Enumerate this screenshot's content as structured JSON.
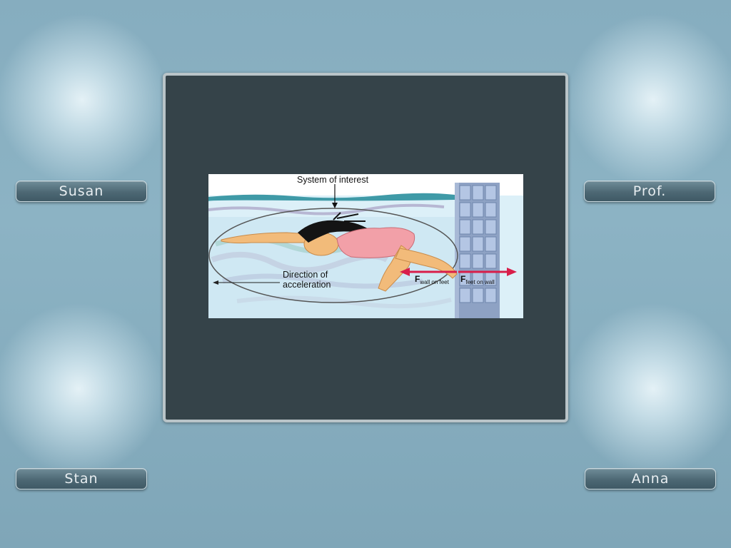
{
  "participants": {
    "top_left": "Susan",
    "top_right": "Prof.",
    "bottom_left": "Stan",
    "bottom_right": "Anna"
  },
  "slide": {
    "label_system": "System of interest",
    "label_direction_line1": "Direction of",
    "label_direction_line2": "acceleration",
    "force_wall_symbol": "F",
    "force_wall_subscript": "wall on feet",
    "force_feet_symbol": "F",
    "force_feet_subscript": "feet on wall"
  },
  "colors": {
    "background": "#8cb3c4",
    "slide_panel": "#354349",
    "force_arrow": "#d81e4a",
    "water": "#d9eef7",
    "wall": "#8ea2c4"
  }
}
